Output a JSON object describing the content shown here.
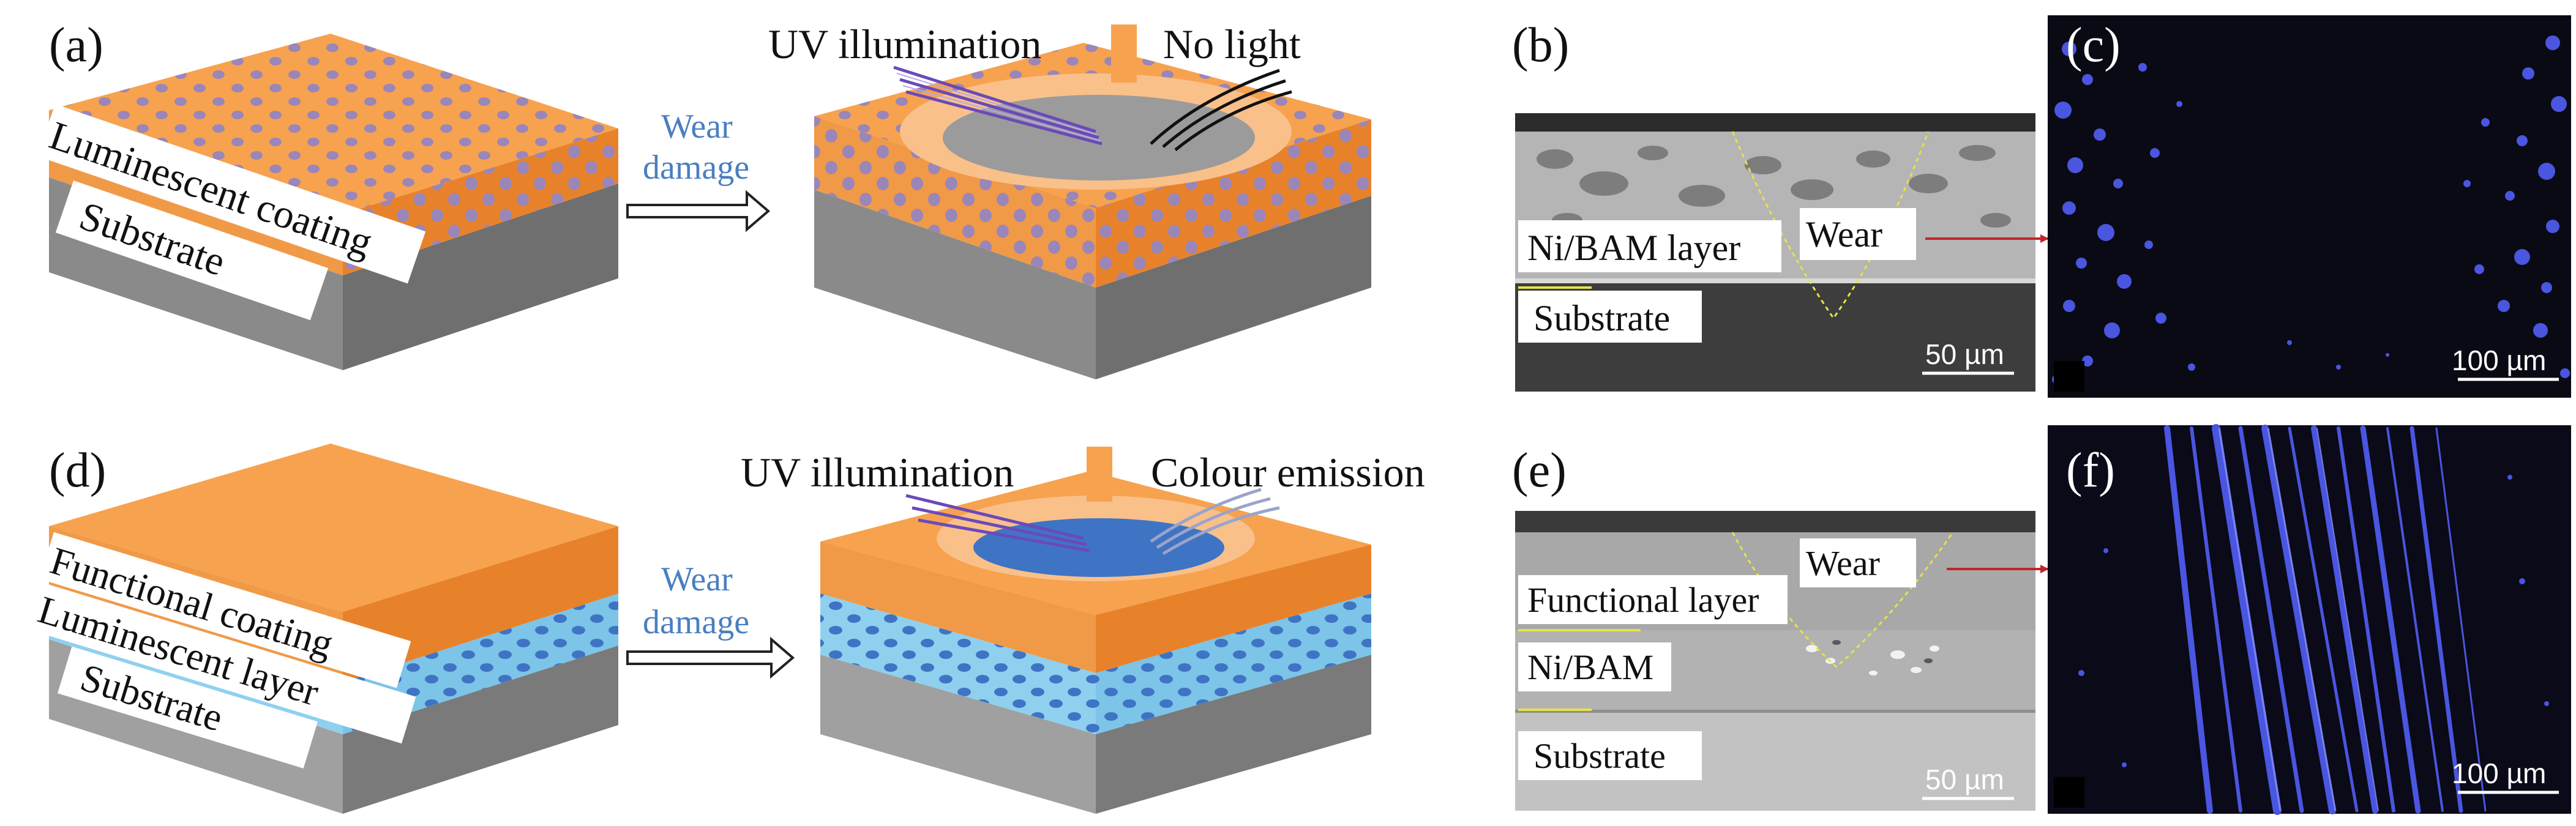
{
  "panels": {
    "a": "(a)",
    "b": "(b)",
    "c": "(c)",
    "d": "(d)",
    "e": "(e)",
    "f": "(f)"
  },
  "top_row": {
    "layer_luminescent": "Luminescent coating",
    "layer_substrate": "Substrate",
    "wear_line1": "Wear",
    "wear_line2": "damage",
    "uv_label": "UV illumination",
    "no_light_label": "No light"
  },
  "bottom_row": {
    "layer_functional": "Functional coating",
    "layer_luminescent": "Luminescent layer",
    "layer_substrate": "Substrate",
    "wear_line1": "Wear",
    "wear_line2": "damage",
    "uv_label": "UV illumination",
    "emission_label": "Colour emission"
  },
  "micrograph_b": {
    "layer_label": "Ni/BAM layer",
    "wear_label": "Wear",
    "substrate_label": "Substrate",
    "scale_bar": "50 µm"
  },
  "micrograph_c": {
    "scale_bar": "100 µm"
  },
  "micrograph_e": {
    "functional_label": "Functional layer",
    "layer_label": "Ni/BAM",
    "wear_label": "Wear",
    "substrate_label": "Substrate",
    "scale_bar": "50 µm"
  },
  "micrograph_f": {
    "scale_bar": "100 µm"
  },
  "colors": {
    "coating_orange": "#f7a24f",
    "coating_orange_dark": "#e8822a",
    "luminescent_blue": "#8fd0ef",
    "dots_purple": "#9a86b8",
    "dots_blue": "#3f74c4",
    "substrate_gray": "#9b9b9b",
    "wear_arrow_text": "#4a7fc0",
    "pointer_red": "#c0262a",
    "fluorescence_blue": "#4a55e0"
  }
}
